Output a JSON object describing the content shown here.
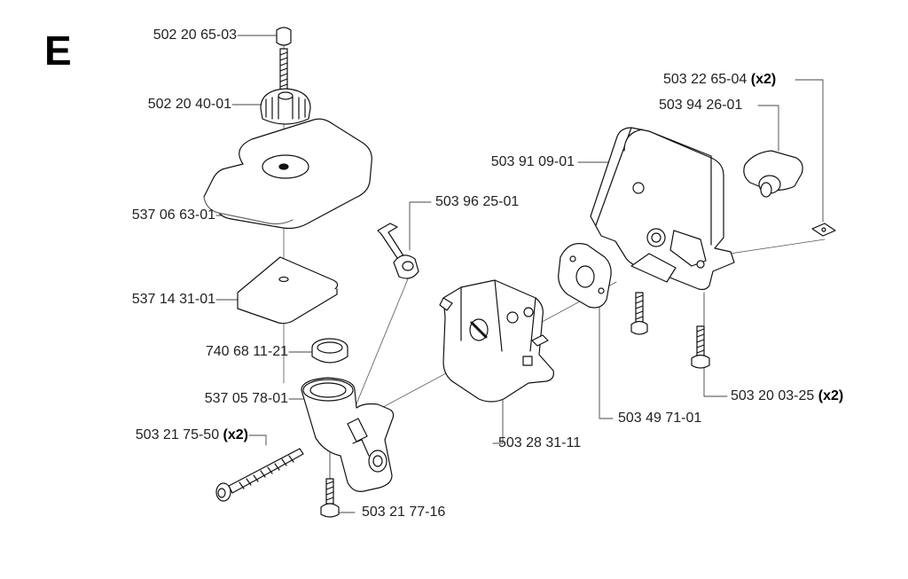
{
  "section": "E",
  "parts": [
    {
      "id": "p1",
      "number": "502 20 65-03",
      "qty": ""
    },
    {
      "id": "p2",
      "number": "502 20 40-01",
      "qty": ""
    },
    {
      "id": "p3",
      "number": "537 06 63-01",
      "qty": ""
    },
    {
      "id": "p4",
      "number": "537 14 31-01",
      "qty": ""
    },
    {
      "id": "p5",
      "number": "740 68 11-21",
      "qty": ""
    },
    {
      "id": "p6",
      "number": "537 05 78-01",
      "qty": ""
    },
    {
      "id": "p7",
      "number": "503 21 75-50",
      "qty": "(x2)"
    },
    {
      "id": "p8",
      "number": "503 21 77-16",
      "qty": ""
    },
    {
      "id": "p9",
      "number": "503 96 25-01",
      "qty": ""
    },
    {
      "id": "p10",
      "number": "503 28 31-11",
      "qty": ""
    },
    {
      "id": "p11",
      "number": "503 91 09-01",
      "qty": ""
    },
    {
      "id": "p12",
      "number": "503 22 65-04",
      "qty": "(x2)"
    },
    {
      "id": "p13",
      "number": "503 94 26-01",
      "qty": ""
    },
    {
      "id": "p14",
      "number": "503 49 71-01",
      "qty": ""
    },
    {
      "id": "p15",
      "number": "503 20 03-25",
      "qty": "(x2)"
    }
  ]
}
